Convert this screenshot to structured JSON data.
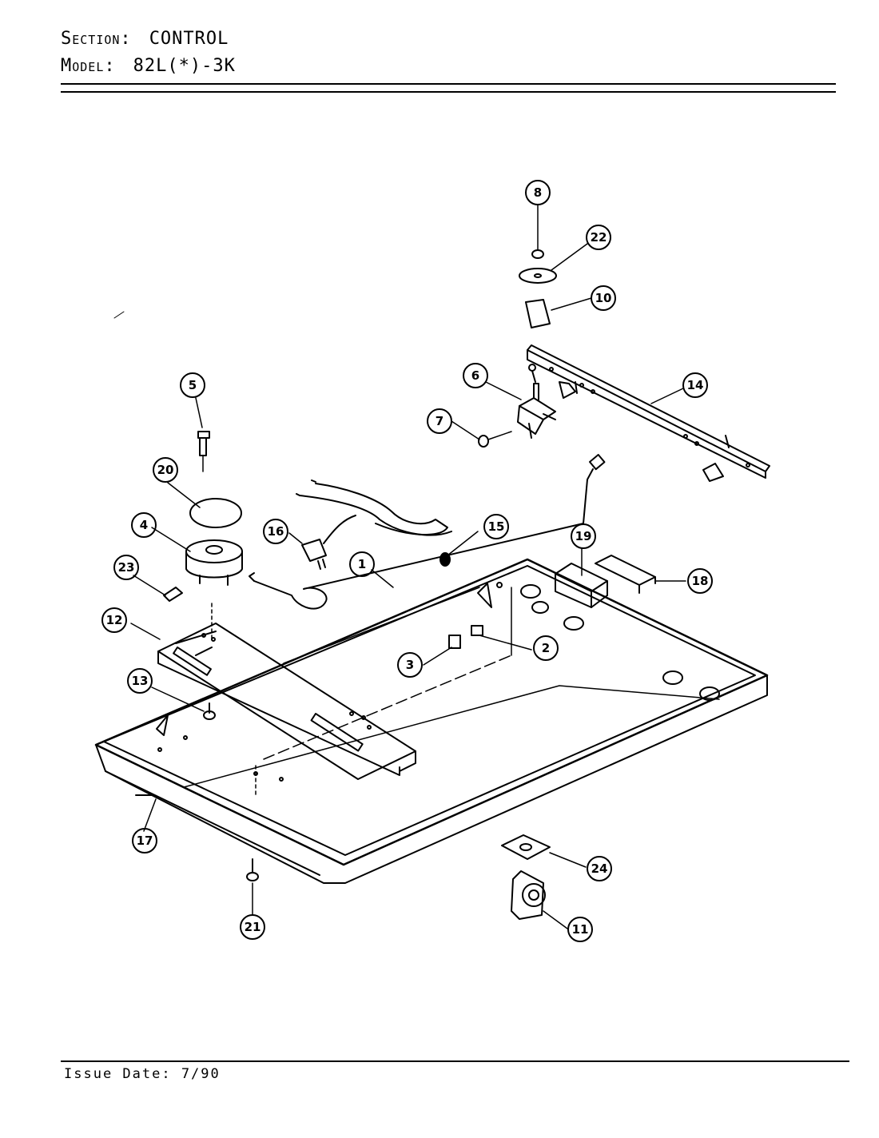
{
  "header": {
    "section_label": "Section:",
    "section_value": "CONTROL",
    "model_label": "Model:",
    "model_value": "82L(*)-3K"
  },
  "footer": {
    "issue_date": "Issue Date: 7/90"
  },
  "callouts": [
    "1",
    "2",
    "3",
    "4",
    "5",
    "6",
    "7",
    "8",
    "10",
    "11",
    "12",
    "13",
    "14",
    "15",
    "16",
    "17",
    "18",
    "19",
    "20",
    "21",
    "22",
    "23",
    "24"
  ]
}
